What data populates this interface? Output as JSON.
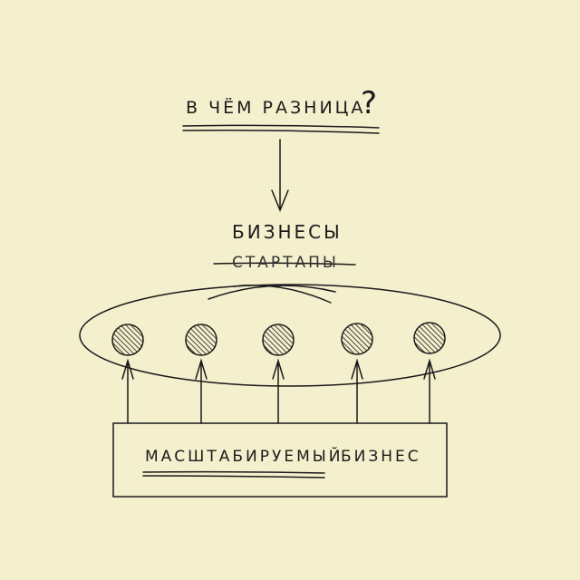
{
  "title": {
    "text": "В ЧЁМ РАЗНИЦА",
    "mark": "?"
  },
  "center_label": "БИЗНЕСЫ",
  "struck_label": "СТАРТАПЫ",
  "bottom_box": {
    "highlighted": "МАСШТАБИРУЕМЫЙ",
    "rest": "БИЗНЕС"
  },
  "node_count": 5,
  "colors": {
    "background": "#f4efcd",
    "ink": "#1a1a1a"
  }
}
